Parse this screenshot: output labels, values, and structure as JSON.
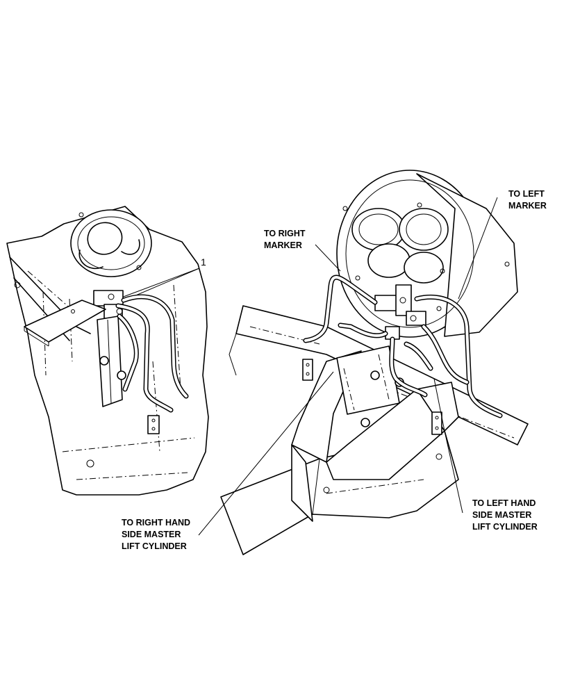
{
  "callouts": {
    "item_number": "1",
    "to_left_marker": [
      "TO LEFT",
      "MARKER"
    ],
    "to_right_marker": [
      "TO RIGHT",
      "MARKER"
    ],
    "to_right_hand_cylinder": [
      "TO RIGHT HAND",
      "SIDE MASTER",
      "LIFT CYLINDER"
    ],
    "to_left_hand_cylinder": [
      "TO LEFT HAND",
      "SIDE MASTER",
      "LIFT CYLINDER"
    ]
  }
}
